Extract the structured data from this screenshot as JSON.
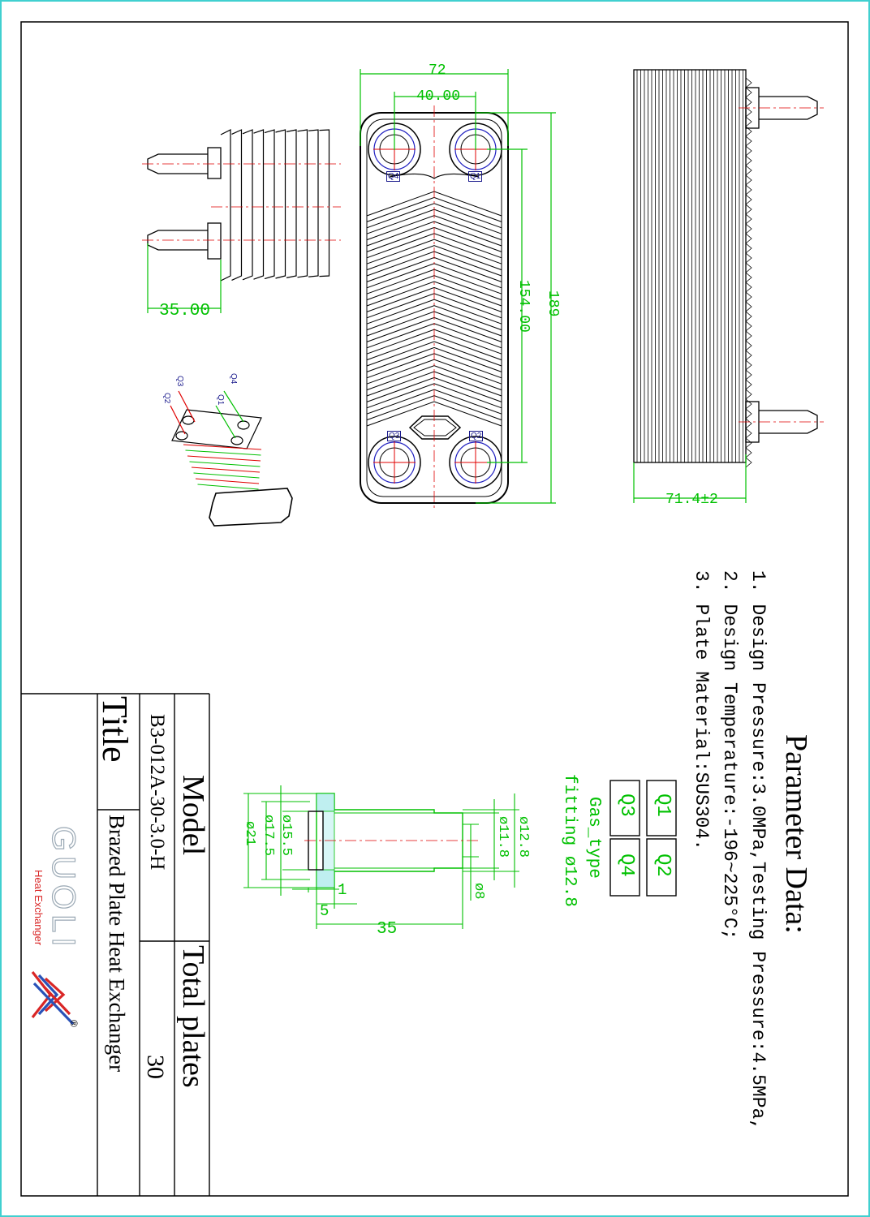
{
  "drawing": {
    "dimensions": {
      "width_total": "72",
      "port_spacing": "40.00",
      "height_total": "189",
      "port_center_distance": "154.00",
      "connection_length": "35.00",
      "thickness": "71.4±2"
    },
    "port_labels": [
      "Q4",
      "Q1",
      "Q3",
      "Q2"
    ],
    "iso_labels": [
      "Q4",
      "Q3",
      "Q1",
      "Q2"
    ]
  },
  "parameters": {
    "heading": "Parameter Data:",
    "items": [
      "1. Design Pressure:3.0MPa,Testing Pressure:4.5MPa,",
      "2. Design Temperature:-196~225°C;",
      "3. Plate Material:SUS304."
    ]
  },
  "port_table": {
    "cells": [
      "Q1",
      "Q2",
      "Q3",
      "Q4"
    ],
    "gas_type": "Gas_type",
    "fitting": "fitting ø12.8"
  },
  "fitting_detail": {
    "dims": {
      "d12_8": "ø12.8",
      "d11_8": "ø11.8",
      "d8": "ø8",
      "d15_5": "ø15.5",
      "d17_5": "ø17.5",
      "d21": "ø21",
      "len_1": "1",
      "len_5": "5",
      "len_35": "35"
    }
  },
  "title_block": {
    "model_label": "Model",
    "model_value": "B3-012A-30-3.0-H",
    "plates_label": "Total plates",
    "plates_value": "30",
    "title_label": "Title",
    "title_value": "Brazed Plate Heat Exchanger"
  },
  "logo": {
    "brand": "GUOLI",
    "tagline": "Heat Exchanger",
    "registered": "®"
  },
  "colors": {
    "dimension": "#00c000",
    "outline": "#000000",
    "centerline": "#e00000",
    "port_ring": "#2020c0",
    "border": "#40d0d0"
  }
}
